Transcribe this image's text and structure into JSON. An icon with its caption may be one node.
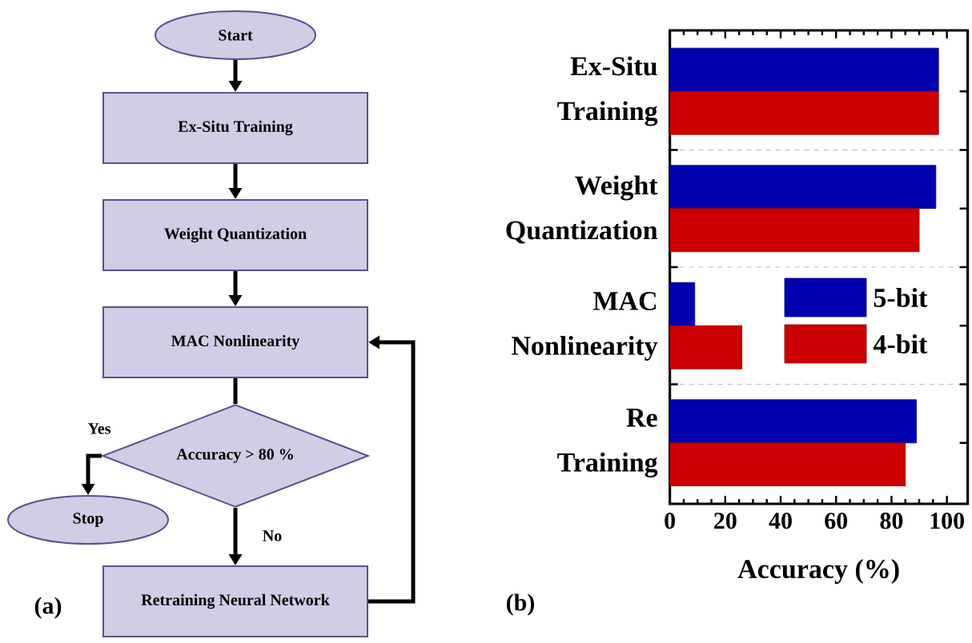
{
  "diagram": {
    "nodes": [
      {
        "text": [
          "Start"
        ]
      },
      {
        "text": [
          "Ex-Situ Training"
        ]
      },
      {
        "text": [
          "Weight Quantization"
        ]
      },
      {
        "text": [
          "MAC Nonlinearity"
        ]
      },
      {
        "text": [
          "Accuracy > 80 %"
        ]
      },
      {
        "text": [
          "Stop"
        ]
      },
      {
        "text": [
          "Retraining Neural Network"
        ]
      }
    ],
    "edges": [
      {
        "from": 0,
        "to": 1,
        "arrow": "to"
      },
      {
        "from": 1,
        "to": 2,
        "arrow": "to"
      },
      {
        "from": 2,
        "to": 3,
        "arrow": "to"
      },
      {
        "from": 3,
        "to": 4,
        "arrow": "none"
      },
      {
        "from": 4,
        "to": 5,
        "arrow": "to",
        "label": "Yes"
      },
      {
        "from": 4,
        "to": 6,
        "arrow": "to",
        "label": "No"
      },
      {
        "from": 6,
        "to": 3,
        "arrow": "to"
      }
    ],
    "labels": [
      "(a)",
      "(b)"
    ],
    "chart_data": {
      "type": "bar",
      "orientation": "horizontal",
      "xlabel": "Accuracy (%)",
      "categories": [
        "Ex-Situ Training",
        "Weight Quantization",
        "MAC Nonlinearity",
        "Re Training"
      ],
      "series": [
        {
          "name": "5-bit",
          "color": "#0000b0",
          "values": [
            97,
            96,
            9,
            89
          ]
        },
        {
          "name": "4-bit",
          "color": "#cc0000",
          "values": [
            97,
            90,
            26,
            85
          ]
        }
      ],
      "xlim": [
        0,
        107.5
      ],
      "xticks": [
        0,
        20,
        40,
        60,
        80,
        100
      ],
      "legend": "inside right"
    }
  }
}
